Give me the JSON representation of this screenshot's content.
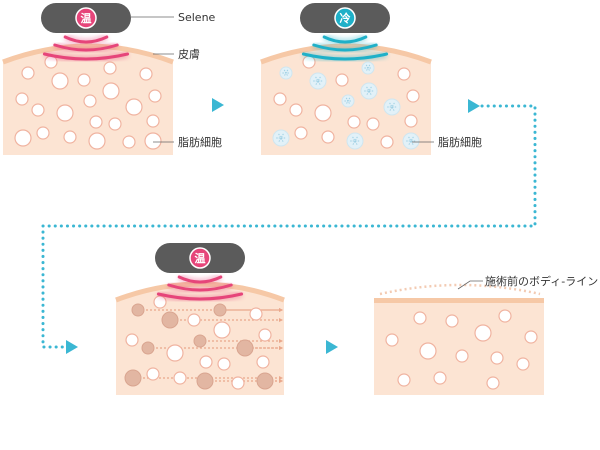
{
  "labels": {
    "device": "Selene",
    "skin": "皮膚",
    "fat_cell": "脂肪細胞",
    "fat_cell_2": "脂肪細胞",
    "before_line": "施術前のボディ-ライン"
  },
  "steps": [
    {
      "mode": "温",
      "color": "#e6457a"
    },
    {
      "mode": "冷",
      "color": "#1fb0c8"
    },
    {
      "mode": "温",
      "color": "#e6457a"
    }
  ],
  "colors": {
    "arrow": "#3bb7d3",
    "body": "#fce4d3",
    "skin": "#f6c8a6",
    "device": "#5b5b5b"
  }
}
